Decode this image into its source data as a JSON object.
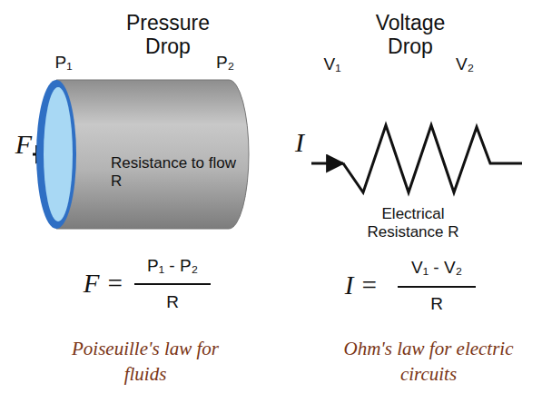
{
  "diagram": {
    "nodes": [
      {
        "text": [
          "Resistance to flow R"
        ]
      }
    ],
    "labels": [
      "Pressure Drop",
      "P₁",
      "P₂",
      "F",
      "Voltage Drop",
      "V₁",
      "V₂",
      "I",
      "Electrical Resistance R",
      "F =",
      "P₁ - P₂",
      "R",
      "I =",
      "V₁ - V₂",
      "R",
      "Poiseuille's law for fluids",
      "Ohm's law for electric circuits"
    ]
  }
}
